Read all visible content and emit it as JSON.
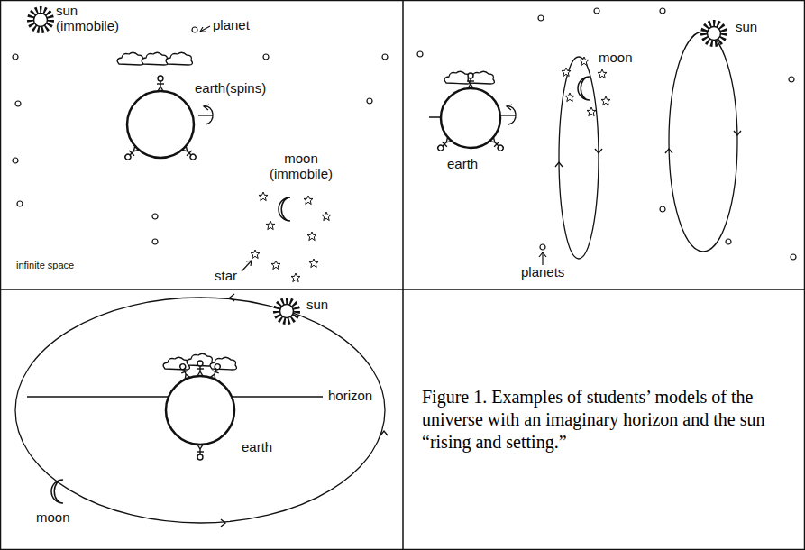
{
  "diagram": {
    "caption": "Figure 1. Examples of students’ models of the universe with an imaginary horizon and the sun “rising and setting.”",
    "labels": [
      "sun (immobile)",
      "planet",
      "earth(spins)",
      "moon (immobile)",
      "infinite space",
      "star",
      "moon",
      "sun",
      "earth",
      "planets",
      "sun",
      "horizon",
      "earth",
      "moon"
    ]
  }
}
